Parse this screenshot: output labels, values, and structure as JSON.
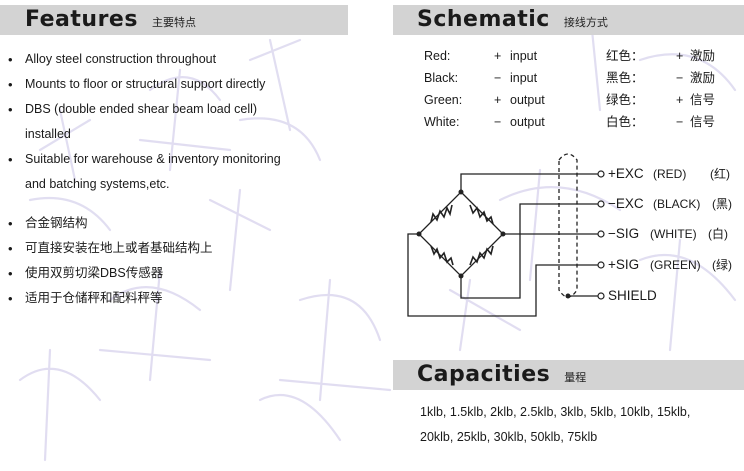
{
  "features": {
    "title": "Features",
    "subtitle": "主要特点",
    "items_en": [
      "Alloy steel construction throughout",
      "Mounts to floor or structural support directly",
      "DBS (double ended shear beam load cell)",
      "Suitable for warehouse & inventory monitoring"
    ],
    "item_en_3_cont": "installed",
    "item_en_4_cont": "and batching systems,etc.",
    "items_zh": [
      "合金钢结构",
      "可直接安装在地上或者基础结构上",
      "使用双剪切梁DBS传感器",
      "适用于仓储秤和配料秤等"
    ]
  },
  "schematic": {
    "title": "Schematic",
    "subtitle": "接线方式",
    "wires": [
      {
        "color_en": "Red:",
        "sign": "+",
        "func_en": "input",
        "color_zh": "红色：",
        "func_zh": "激励"
      },
      {
        "color_en": "Black:",
        "sign": "−",
        "func_en": "input",
        "color_zh": "黑色：",
        "func_zh": "激励"
      },
      {
        "color_en": "Green:",
        "sign": "+",
        "func_en": "output",
        "color_zh": "绿色：",
        "func_zh": "信号"
      },
      {
        "color_en": "White:",
        "sign": "−",
        "func_en": "output",
        "color_zh": "白色：",
        "func_zh": "信号"
      }
    ],
    "terminals": [
      {
        "sig": "+EXC",
        "color_en": "(RED)",
        "color_zh": "(红)"
      },
      {
        "sig": "−EXC",
        "color_en": "(BLACK)",
        "color_zh": "(黑)"
      },
      {
        "sig": "−SIG",
        "color_en": "(WHITE)",
        "color_zh": "(白)"
      },
      {
        "sig": "+SIG",
        "color_en": "(GREEN)",
        "color_zh": "(绿)"
      },
      {
        "sig": "SHIELD",
        "color_en": "",
        "color_zh": ""
      }
    ]
  },
  "capacities": {
    "title": "Capacities",
    "subtitle": "量程",
    "line1": "1klb, 1.5klb, 2klb, 2.5klb, 3klb, 5klb, 10klb, 15klb,",
    "line2": "20klb, 25klb, 30klb, 50klb, 75klb"
  }
}
